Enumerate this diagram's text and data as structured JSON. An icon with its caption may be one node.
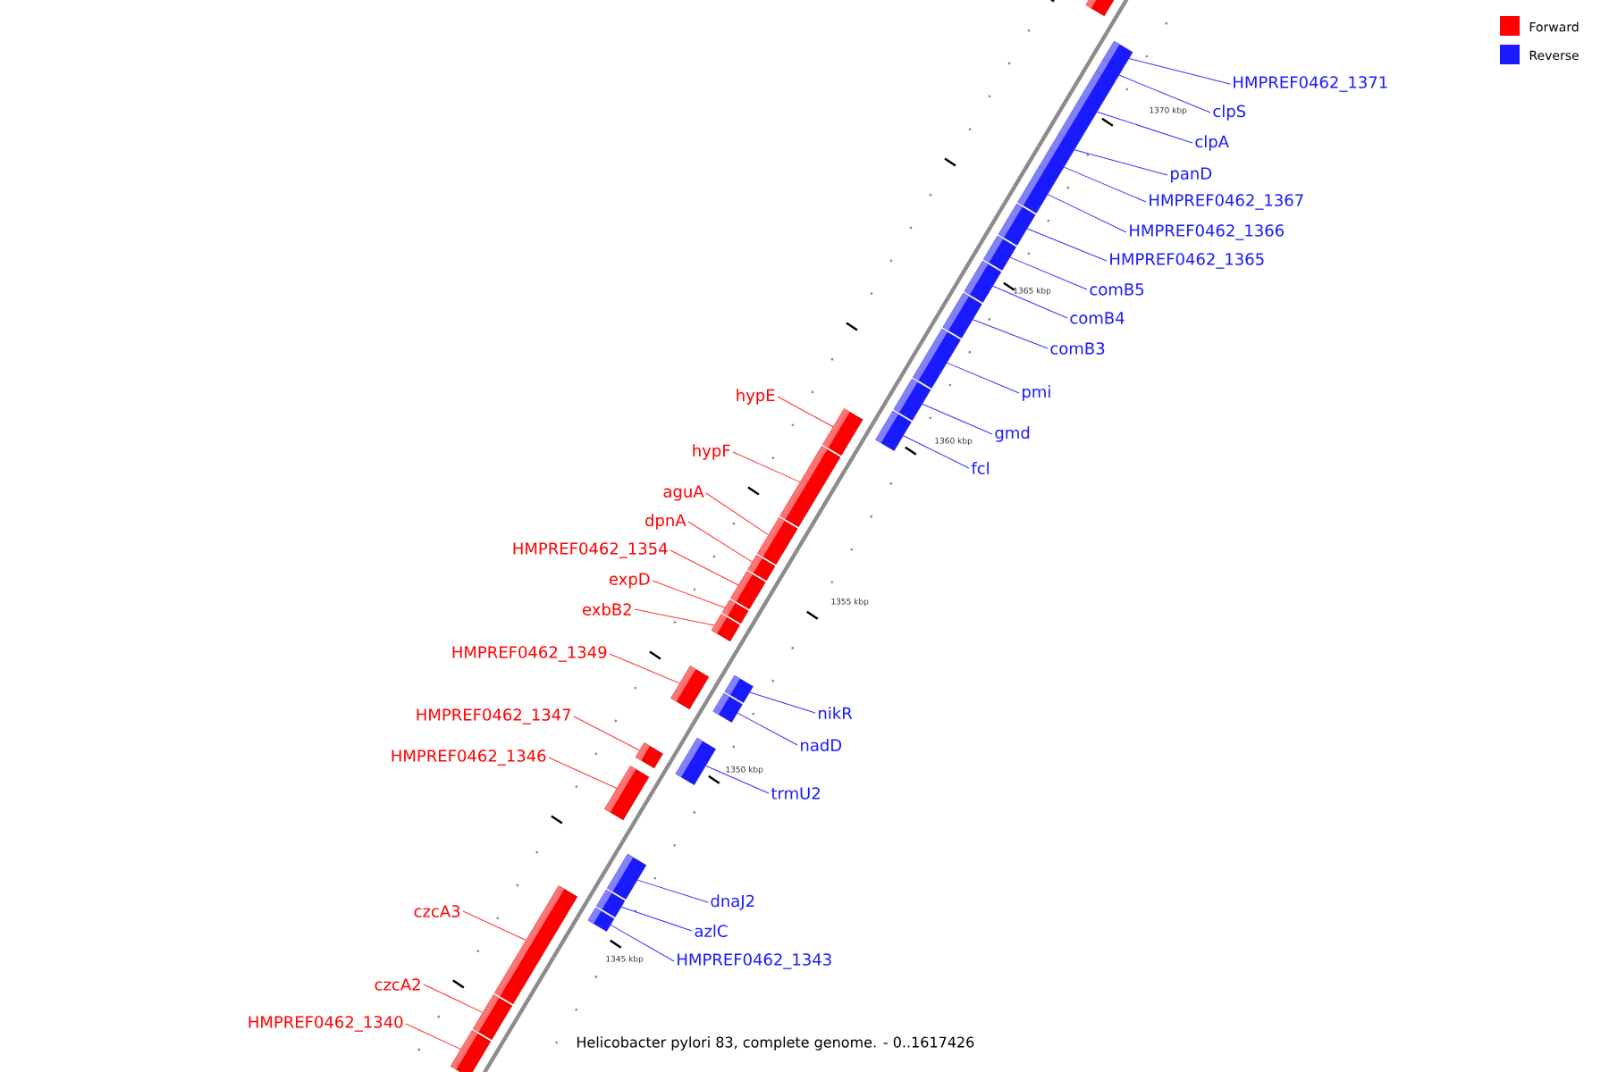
{
  "diagram": {
    "caption": "Helicobacter pylori 83, complete genome. - 0..1617426",
    "nodes": [
      {
        "text": [],
        "shape": "bar"
      },
      {
        "text": [
          "HMPREF0462_1371"
        ]
      },
      {
        "text": [],
        "shape": "bar"
      },
      {
        "text": [
          "clpS"
        ]
      },
      {
        "text": [],
        "shape": "bar"
      },
      {
        "text": [
          "clpA"
        ]
      },
      {
        "text": [],
        "shape": "bar"
      },
      {
        "text": [
          "panD"
        ]
      },
      {
        "text": [],
        "shape": "bar"
      },
      {
        "text": [
          "HMPREF0462_1367"
        ]
      },
      {
        "text": [],
        "shape": "bar"
      },
      {
        "text": [
          "HMPREF0462_1366"
        ]
      },
      {
        "text": [],
        "shape": "bar"
      },
      {
        "text": [
          "HMPREF0462_1365"
        ]
      },
      {
        "text": [],
        "shape": "bar"
      },
      {
        "text": [
          "comB5"
        ]
      },
      {
        "text": [],
        "shape": "bar"
      },
      {
        "text": [
          "comB4"
        ]
      },
      {
        "text": [],
        "shape": "bar"
      },
      {
        "text": [
          "comB3"
        ]
      },
      {
        "text": [],
        "shape": "bar"
      },
      {
        "text": [
          "pmi"
        ]
      },
      {
        "text": [],
        "shape": "bar"
      },
      {
        "text": [
          "hypE"
        ]
      },
      {
        "text": [],
        "shape": "bar"
      },
      {
        "text": [
          "gmd"
        ]
      },
      {
        "text": [],
        "shape": "bar"
      },
      {
        "text": [
          "hypF"
        ]
      },
      {
        "text": [],
        "shape": "bar"
      },
      {
        "text": [
          "fcl"
        ]
      },
      {
        "text": [],
        "shape": "bar"
      },
      {
        "text": [
          "aguA"
        ]
      },
      {
        "text": [],
        "shape": "bar"
      },
      {
        "text": [
          "dpnA"
        ]
      },
      {
        "text": [],
        "shape": "bar"
      },
      {
        "text": [
          "HMPREF0462_1354"
        ]
      },
      {
        "text": [],
        "shape": "bar"
      },
      {
        "text": [
          "expD"
        ]
      },
      {
        "text": [],
        "shape": "bar"
      },
      {
        "text": [
          "exbB2"
        ]
      },
      {
        "text": [],
        "shape": "bar"
      },
      {
        "text": [
          "HMPREF0462_1349"
        ]
      },
      {
        "text": [],
        "shape": "bar"
      },
      {
        "text": [
          "nikR"
        ]
      },
      {
        "text": [],
        "shape": "bar"
      },
      {
        "text": [
          "HMPREF0462_1347"
        ]
      },
      {
        "text": [],
        "shape": "bar"
      },
      {
        "text": [
          "nadD"
        ]
      },
      {
        "text": [],
        "shape": "bar"
      },
      {
        "text": [
          "HMPREF0462_1346"
        ]
      },
      {
        "text": [],
        "shape": "bar"
      },
      {
        "text": [
          "trmU2"
        ]
      },
      {
        "text": [],
        "shape": "bar"
      },
      {
        "text": [
          "dnaJ2"
        ]
      },
      {
        "text": [],
        "shape": "bar"
      },
      {
        "text": [
          "czcA3"
        ]
      },
      {
        "text": [],
        "shape": "bar"
      },
      {
        "text": [
          "azlC"
        ]
      },
      {
        "text": [],
        "shape": "bar"
      },
      {
        "text": [
          "HMPREF0462_1343"
        ]
      },
      {
        "text": [],
        "shape": "bar"
      },
      {
        "text": [
          "czcA2"
        ]
      },
      {
        "text": [],
        "shape": "bar"
      },
      {
        "text": [
          "HMPREF0462_1340"
        ]
      },
      {
        "text": [],
        "shape": "bar"
      }
    ],
    "edges": [
      {
        "from": 1,
        "to": 2,
        "arrow": "none"
      },
      {
        "from": 3,
        "to": 4,
        "arrow": "none"
      },
      {
        "from": 5,
        "to": 6,
        "arrow": "none"
      },
      {
        "from": 7,
        "to": 8,
        "arrow": "none"
      },
      {
        "from": 9,
        "to": 10,
        "arrow": "none"
      },
      {
        "from": 11,
        "to": 12,
        "arrow": "none"
      },
      {
        "from": 13,
        "to": 14,
        "arrow": "none"
      },
      {
        "from": 15,
        "to": 16,
        "arrow": "none"
      },
      {
        "from": 17,
        "to": 18,
        "arrow": "none"
      },
      {
        "from": 19,
        "to": 20,
        "arrow": "none"
      },
      {
        "from": 21,
        "to": 22,
        "arrow": "none"
      },
      {
        "from": 23,
        "to": 24,
        "arrow": "none",
        "color": "#ff3333"
      },
      {
        "from": 25,
        "to": 26,
        "arrow": "none"
      },
      {
        "from": 27,
        "to": 28,
        "arrow": "none",
        "color": "#ff3333"
      },
      {
        "from": 29,
        "to": 30,
        "arrow": "none"
      },
      {
        "from": 31,
        "to": 32,
        "arrow": "none",
        "color": "#ff3333"
      },
      {
        "from": 33,
        "to": 34,
        "arrow": "none",
        "color": "#ff3333"
      },
      {
        "from": 35,
        "to": 36,
        "arrow": "none",
        "color": "#ff3333"
      },
      {
        "from": 37,
        "to": 38,
        "arrow": "none",
        "color": "#ff3333"
      },
      {
        "from": 39,
        "to": 40,
        "arrow": "none",
        "color": "#ff3333"
      },
      {
        "from": 41,
        "to": 42,
        "arrow": "none",
        "color": "#ff3333"
      },
      {
        "from": 43,
        "to": 44,
        "arrow": "none"
      },
      {
        "from": 45,
        "to": 46,
        "arrow": "none",
        "color": "#ff3333"
      },
      {
        "from": 47,
        "to": 48,
        "arrow": "none"
      },
      {
        "from": 49,
        "to": 50,
        "arrow": "none",
        "color": "#ff3333"
      },
      {
        "from": 51,
        "to": 52,
        "arrow": "none"
      },
      {
        "from": 53,
        "to": 54,
        "arrow": "none"
      },
      {
        "from": 55,
        "to": 56,
        "arrow": "none",
        "color": "#ff3333"
      },
      {
        "from": 57,
        "to": 58,
        "arrow": "none"
      },
      {
        "from": 59,
        "to": 60,
        "arrow": "none"
      },
      {
        "from": 61,
        "to": 62,
        "arrow": "none",
        "color": "#ff3333"
      },
      {
        "from": 63,
        "to": 64,
        "arrow": "none",
        "color": "#ff3333"
      }
    ],
    "labels": [
      "1370 kbp",
      "1365 kbp",
      "1360 kbp",
      "1355 kbp",
      "1350 kbp",
      "1345 kbp"
    ],
    "legend": [
      {
        "text": "Forward",
        "color": "#ff0000"
      },
      {
        "text": "Reverse",
        "color": "#1a1aff"
      }
    ]
  }
}
